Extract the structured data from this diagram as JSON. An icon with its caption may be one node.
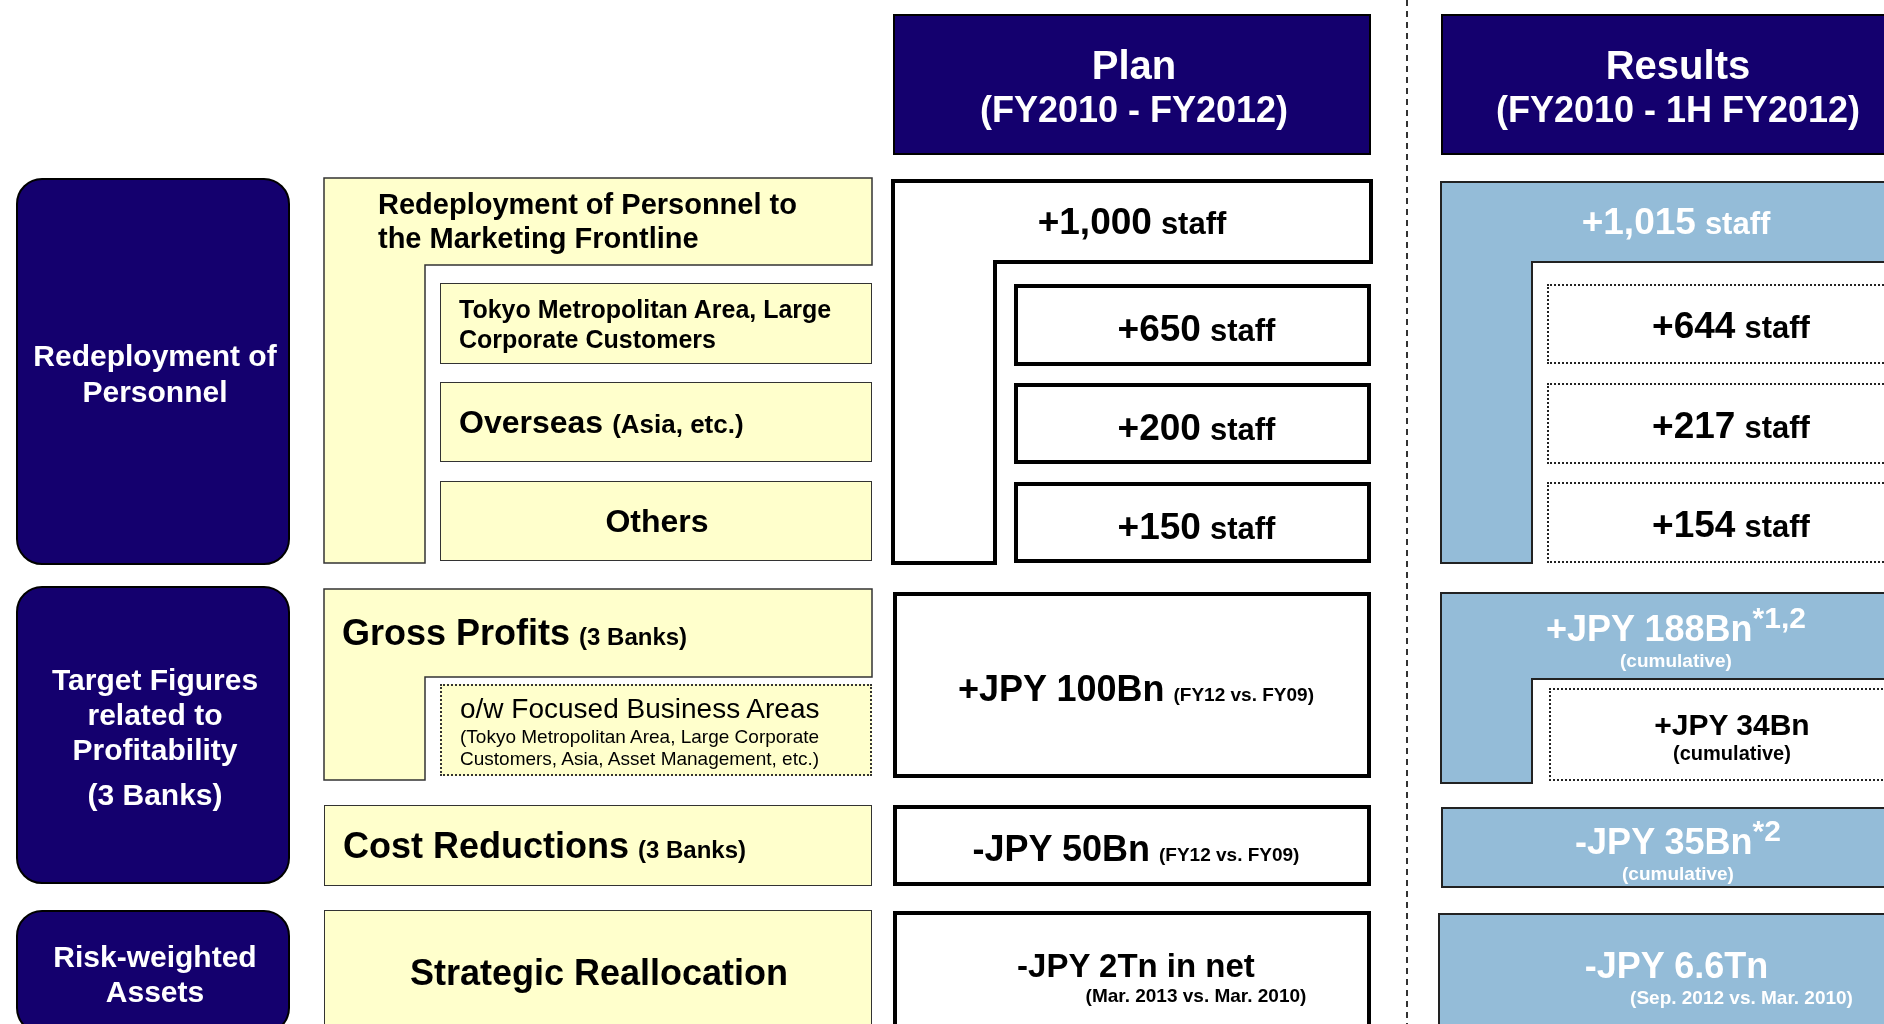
{
  "diagram": {
    "nodes": [
      {
        "text": [
          "Plan",
          "(FY2010 - FY2012)"
        ]
      },
      {
        "text": [
          "Results",
          "(FY2010 - 1H FY2012)"
        ]
      },
      {
        "text": [
          "Redeployment of Personnel"
        ]
      },
      {
        "text": [
          "Redeployment of Personnel to the Marketing Frontline"
        ]
      },
      {
        "text": [
          "Tokyo Metropolitan Area, Large Corporate Customers"
        ],
        "in": 3
      },
      {
        "text": [
          "Overseas",
          "(Asia, etc.)"
        ],
        "in": 3
      },
      {
        "text": [
          "Others"
        ],
        "in": 3
      },
      {
        "text": [
          "+1,000",
          "staff"
        ]
      },
      {
        "text": [
          "+650",
          "staff"
        ],
        "in": 7
      },
      {
        "text": [
          "+200",
          "staff"
        ],
        "in": 7
      },
      {
        "text": [
          "+150",
          "staff"
        ],
        "in": 7
      },
      {
        "text": [
          "+1,015",
          "staff"
        ]
      },
      {
        "text": [
          "+644",
          "staff"
        ],
        "in": 11
      },
      {
        "text": [
          "+217",
          "staff"
        ],
        "in": 11
      },
      {
        "text": [
          "+154",
          "staff"
        ],
        "in": 11
      },
      {
        "text": [
          "Target Figures related to Profitability",
          "(3 Banks)"
        ]
      },
      {
        "text": [
          "Gross Profits",
          "(3 Banks)"
        ]
      },
      {
        "text": [
          "o/w Focused Business Areas",
          "(Tokyo Metropolitan Area, Large Corporate Customers, Asia, Asset Management, etc.)"
        ],
        "in": 16
      },
      {
        "text": [
          "+JPY 100Bn",
          "(FY12 vs. FY09)"
        ]
      },
      {
        "text": [
          "+JPY 188Bn$^{*1,2}$",
          "(cumulative)"
        ]
      },
      {
        "text": [
          "+JPY 34Bn",
          "(cumulative)"
        ],
        "in": 19
      },
      {
        "text": [
          "Cost Reductions",
          "(3 Banks)"
        ]
      },
      {
        "text": [
          "-JPY 50Bn",
          "(FY12 vs. FY09)"
        ]
      },
      {
        "text": [
          "-JPY 35Bn$^{*2}$",
          "(cumulative)"
        ]
      },
      {
        "text": [
          "Risk-weighted Assets"
        ]
      },
      {
        "text": [
          "Strategic Reallocation"
        ]
      },
      {
        "text": [
          "-JPY 2Tn in net",
          "(Mar. 2013 vs. Mar. 2010)"
        ]
      },
      {
        "text": [
          "-JPY 6.6Tn",
          "(Sep. 2012 vs. Mar. 2010)"
        ]
      }
    ]
  }
}
